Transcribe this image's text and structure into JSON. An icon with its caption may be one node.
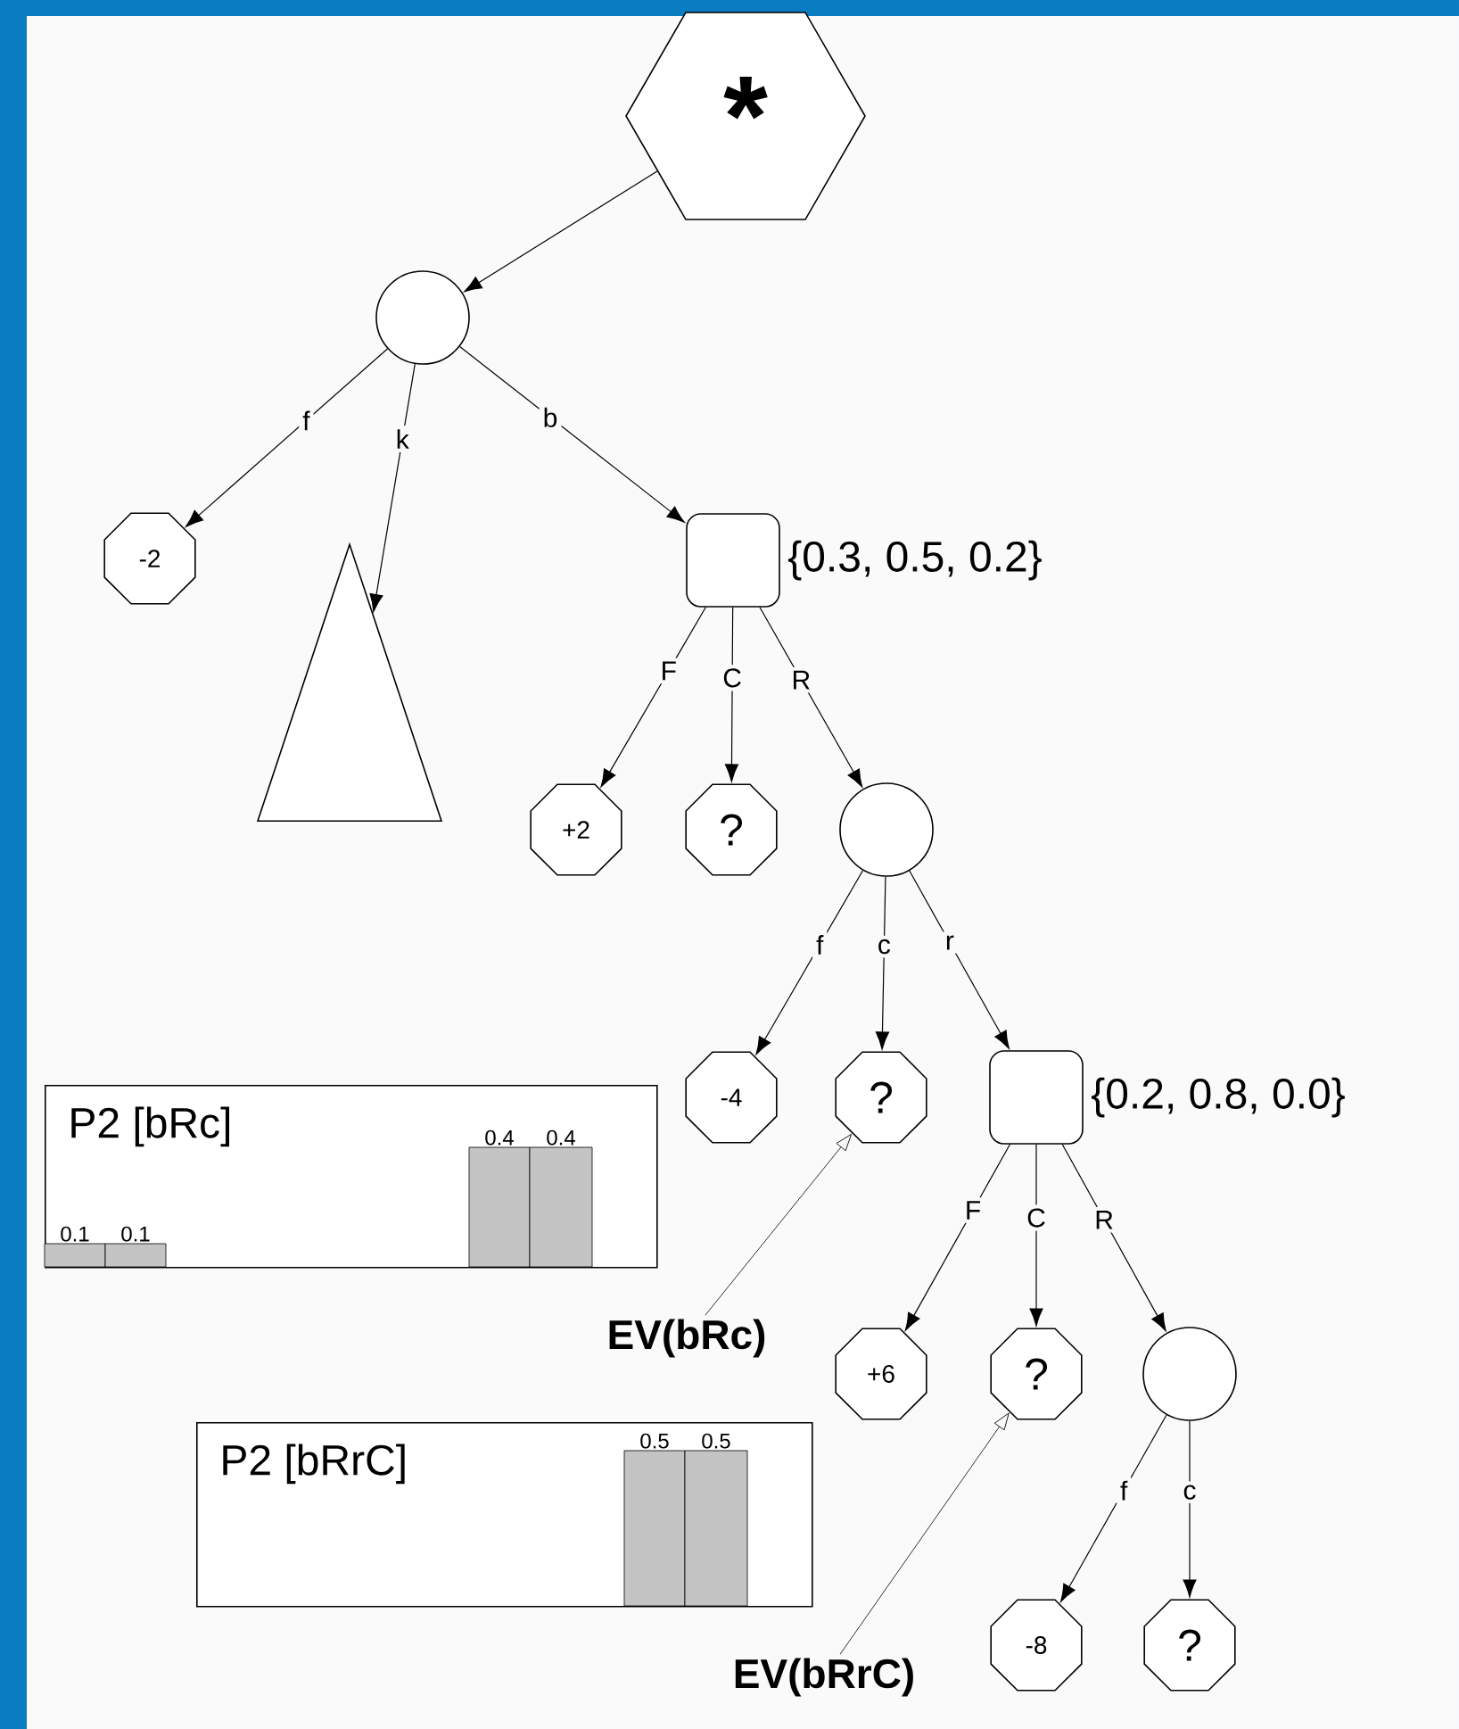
{
  "diagram": {
    "nodes": [
      {
        "text": [
          "*"
        ]
      },
      {
        "text": [],
        "shape": "circle"
      },
      {
        "text": [
          "-2"
        ]
      },
      {
        "text": [],
        "shape": "triangle"
      },
      {
        "text": [],
        "shape": "box",
        "beside": [
          "{0.3, 0.5, 0.2}"
        ]
      },
      {
        "text": [
          "+2"
        ]
      },
      {
        "text": [
          "?"
        ]
      },
      {
        "text": [],
        "shape": "circle"
      },
      {
        "text": [
          "-4"
        ]
      },
      {
        "text": [
          "?"
        ]
      },
      {
        "text": [],
        "shape": "box",
        "beside": [
          "{0.2, 0.8, 0.0}"
        ]
      },
      {
        "text": [
          "+6"
        ]
      },
      {
        "text": [
          "?"
        ]
      },
      {
        "text": [],
        "shape": "circle"
      },
      {
        "text": [
          "-8"
        ]
      },
      {
        "text": [
          "?"
        ]
      },
      {
        "text": [
          "P2 [bRc]"
        ]
      },
      {
        "text": [
          "EV(bRc)"
        ]
      },
      {
        "text": [
          "P2 [bRrC]"
        ]
      },
      {
        "text": [
          "EV(bRrC)"
        ]
      }
    ],
    "edges": [
      {
        "from": 0,
        "to": 1,
        "arrow": "to"
      },
      {
        "from": 1,
        "to": 2,
        "arrow": "to",
        "label": "f"
      },
      {
        "from": 1,
        "to": 3,
        "arrow": "to",
        "label": "k"
      },
      {
        "from": 1,
        "to": 4,
        "arrow": "to",
        "label": "b"
      },
      {
        "from": 4,
        "to": 5,
        "arrow": "to",
        "label": "F"
      },
      {
        "from": 4,
        "to": 6,
        "arrow": "to",
        "label": "C"
      },
      {
        "from": 4,
        "to": 7,
        "arrow": "to",
        "label": "R"
      },
      {
        "from": 7,
        "to": 8,
        "arrow": "to",
        "label": "f"
      },
      {
        "from": 7,
        "to": 9,
        "arrow": "to",
        "label": "c"
      },
      {
        "from": 7,
        "to": 10,
        "arrow": "to",
        "label": "r"
      },
      {
        "from": 10,
        "to": 11,
        "arrow": "to",
        "label": "F"
      },
      {
        "from": 10,
        "to": 12,
        "arrow": "to",
        "label": "C"
      },
      {
        "from": 10,
        "to": 13,
        "arrow": "to",
        "label": "R"
      },
      {
        "from": 13,
        "to": 14,
        "arrow": "to",
        "label": "f"
      },
      {
        "from": 13,
        "to": 15,
        "arrow": "to",
        "label": "c"
      },
      {
        "from": 17,
        "to": 9,
        "arrow": "to"
      },
      {
        "from": 19,
        "to": 12,
        "arrow": "to"
      }
    ],
    "labels": [
      "0.1",
      "0.1",
      "0.4",
      "0.4",
      "0.5",
      "0.5"
    ]
  }
}
